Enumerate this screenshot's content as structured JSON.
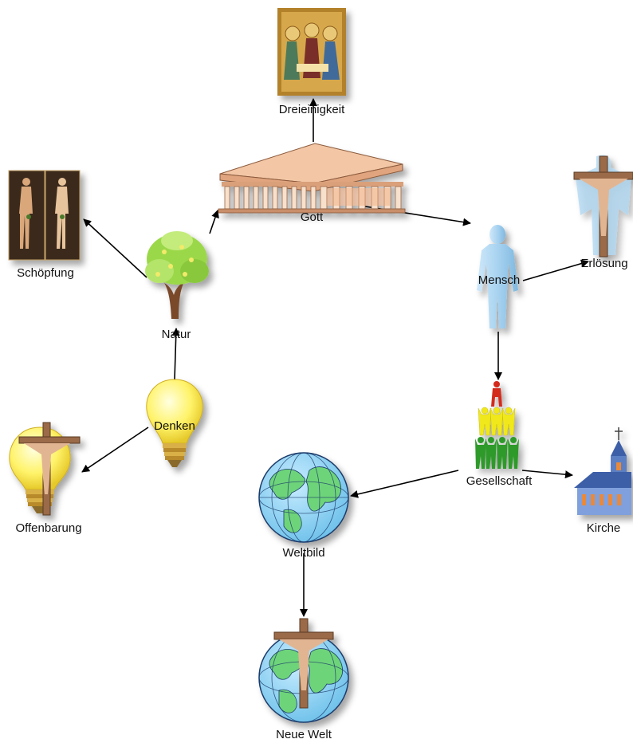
{
  "nodes": {
    "dreieinigkeit": {
      "label": "Dreieinigkeit",
      "icon": "icon-trinity"
    },
    "gott": {
      "label": "Gott",
      "icon": "temple-icon"
    },
    "schoepfung": {
      "label": "Schöpfung",
      "icon": "adam-eve-icon"
    },
    "natur": {
      "label": "Natur",
      "icon": "tree-icon"
    },
    "mensch": {
      "label": "Mensch",
      "icon": "human-figure-icon"
    },
    "erloesung": {
      "label": "Erlösung",
      "icon": "crucifix-icon"
    },
    "denken": {
      "label": "Denken",
      "icon": "lightbulb-icon"
    },
    "offenbarung": {
      "label": "Offenbarung",
      "icon": "lightbulb-crucifix-icon"
    },
    "gesellschaft": {
      "label": "Gesellschaft",
      "icon": "people-pyramid-icon"
    },
    "kirche": {
      "label": "Kirche",
      "icon": "church-icon"
    },
    "weltbild": {
      "label": "Weltbild",
      "icon": "globe-icon"
    },
    "neue_welt": {
      "label": "Neue Welt",
      "icon": "globe-crucifix-icon"
    }
  },
  "edges": [
    {
      "from": "gott",
      "to": "dreieinigkeit"
    },
    {
      "from": "natur",
      "to": "gott"
    },
    {
      "from": "gott",
      "to": "mensch"
    },
    {
      "from": "natur",
      "to": "schoepfung"
    },
    {
      "from": "mensch",
      "to": "erloesung"
    },
    {
      "from": "denken",
      "to": "natur"
    },
    {
      "from": "denken",
      "to": "offenbarung"
    },
    {
      "from": "mensch",
      "to": "gesellschaft"
    },
    {
      "from": "gesellschaft",
      "to": "weltbild"
    },
    {
      "from": "gesellschaft",
      "to": "kirche"
    },
    {
      "from": "weltbild",
      "to": "neue_welt"
    }
  ],
  "colors": {
    "human_blue": "#a8d3f0",
    "bulb_yellow": "#fff36a",
    "leaf_green": "#9bd84a",
    "globe_ocean": "#8fd2f2",
    "globe_land": "#6ed47a",
    "church_blue": "#5b7fc4",
    "pyramid_red": "#d42a1c",
    "pyramid_yellow": "#f1e81c",
    "pyramid_green": "#2f9a2a",
    "wood": "#9a6a48"
  }
}
